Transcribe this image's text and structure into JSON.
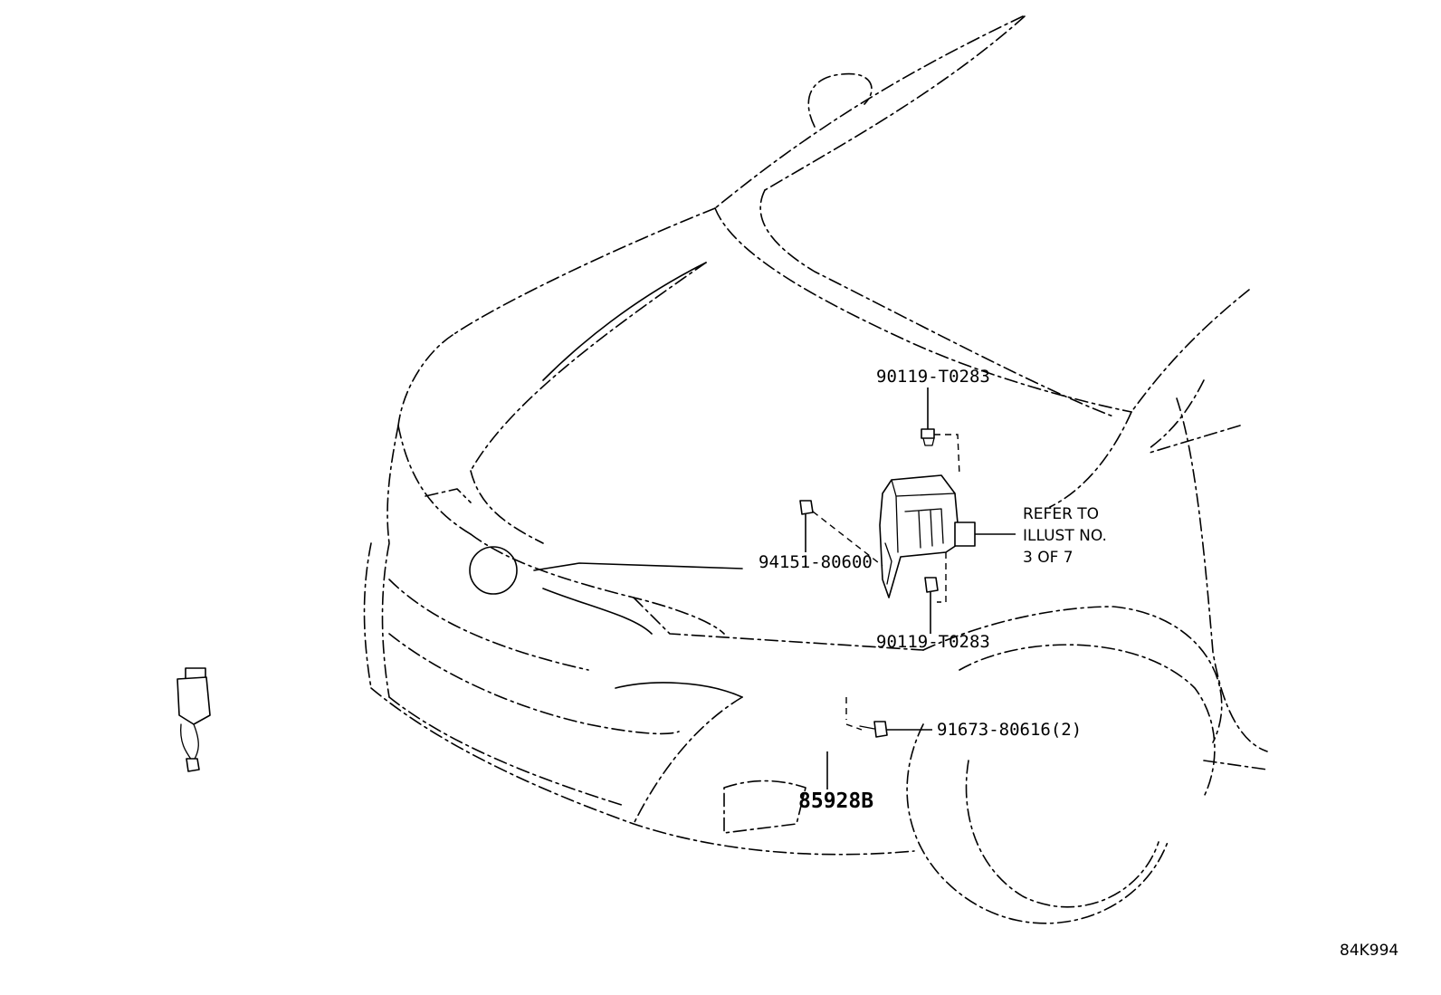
{
  "callouts": {
    "bolt_upper": "90119-T0283",
    "clip": "94151-80600",
    "bolt_lower": "90119-T0283",
    "screw": "91673-80616(2)",
    "sensor": "85928B"
  },
  "refer_note": {
    "line1": "REFER TO",
    "line2": "ILLUST NO.",
    "line3": "3 OF 7"
  },
  "diagram_code": "84K994"
}
